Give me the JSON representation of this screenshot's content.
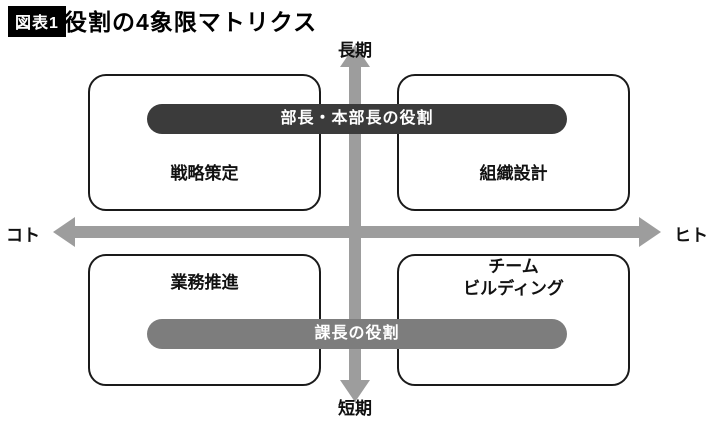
{
  "header": {
    "badge": "図表1",
    "title": "役割の4象限マトリクス"
  },
  "axes": {
    "top_label": "長期",
    "bottom_label": "短期",
    "left_label": "コト",
    "right_label": "ヒト"
  },
  "quadrants": {
    "top_left": "戦略策定",
    "top_right": "組織設計",
    "bottom_left": "業務推進",
    "bottom_right_line1": "チーム",
    "bottom_right_line2": "ビルディング"
  },
  "bands": {
    "top": "部長・本部長の役割",
    "bottom": "課長の役割"
  },
  "colors": {
    "badge_bg": "#000000",
    "arrow": "#9d9d9d",
    "band_top": "#3b3b3b",
    "band_bottom": "#7d7d7d",
    "box_border": "#1a1a1a"
  }
}
